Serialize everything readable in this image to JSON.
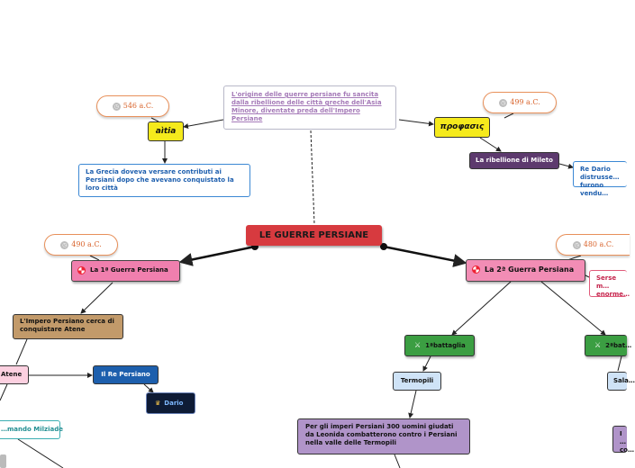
{
  "center": "LE GUERRE PERSIANE",
  "origin": "L'origine delle guerre persiane fu sancita dalla ribellione delle città greche dell'Asia Minore, diventate preda dell'Impero Persiane",
  "left_branch": {
    "date": "546 a.C.",
    "label": "aìtia",
    "note": "La Grecia doveva versare contributi ai Persiani dopo che avevano conquistato la loro città"
  },
  "right_branch": {
    "date": "499 a.C.",
    "label": "προφασις",
    "revolt": "La ribellione di Mileto",
    "note": "Re Dario distrusse… furono vendu…"
  },
  "first_war": {
    "date": "490 a.C.",
    "label": "La 1ª Guerra Persiana",
    "empire": "L'Impero Persiano cerca di conquistare Atene",
    "athens": "Atene",
    "king": "Il Re Persiano",
    "dario": "Dario",
    "miltiade": "…mando Milziade"
  },
  "second_war": {
    "date": "480 a.C.",
    "label": "La 2ª Guerra Persiana",
    "serse": "Serse m… enorme…",
    "battle1": "1ªbattaglia",
    "battle2": "2ªbat…",
    "termopili": "Termopili",
    "salamina": "Sala…",
    "leonida": "Per gli imperi Persiani 300 uomini giudati da Leonida combatterono contro i Persiani nella valle delle Termopili",
    "cut": "I … co…"
  },
  "icons": {
    "clock": "clock-icon",
    "lifebuoy": "lifebuoy-icon",
    "crown": "crown-icon",
    "swords": "crossed-swords-icon"
  }
}
